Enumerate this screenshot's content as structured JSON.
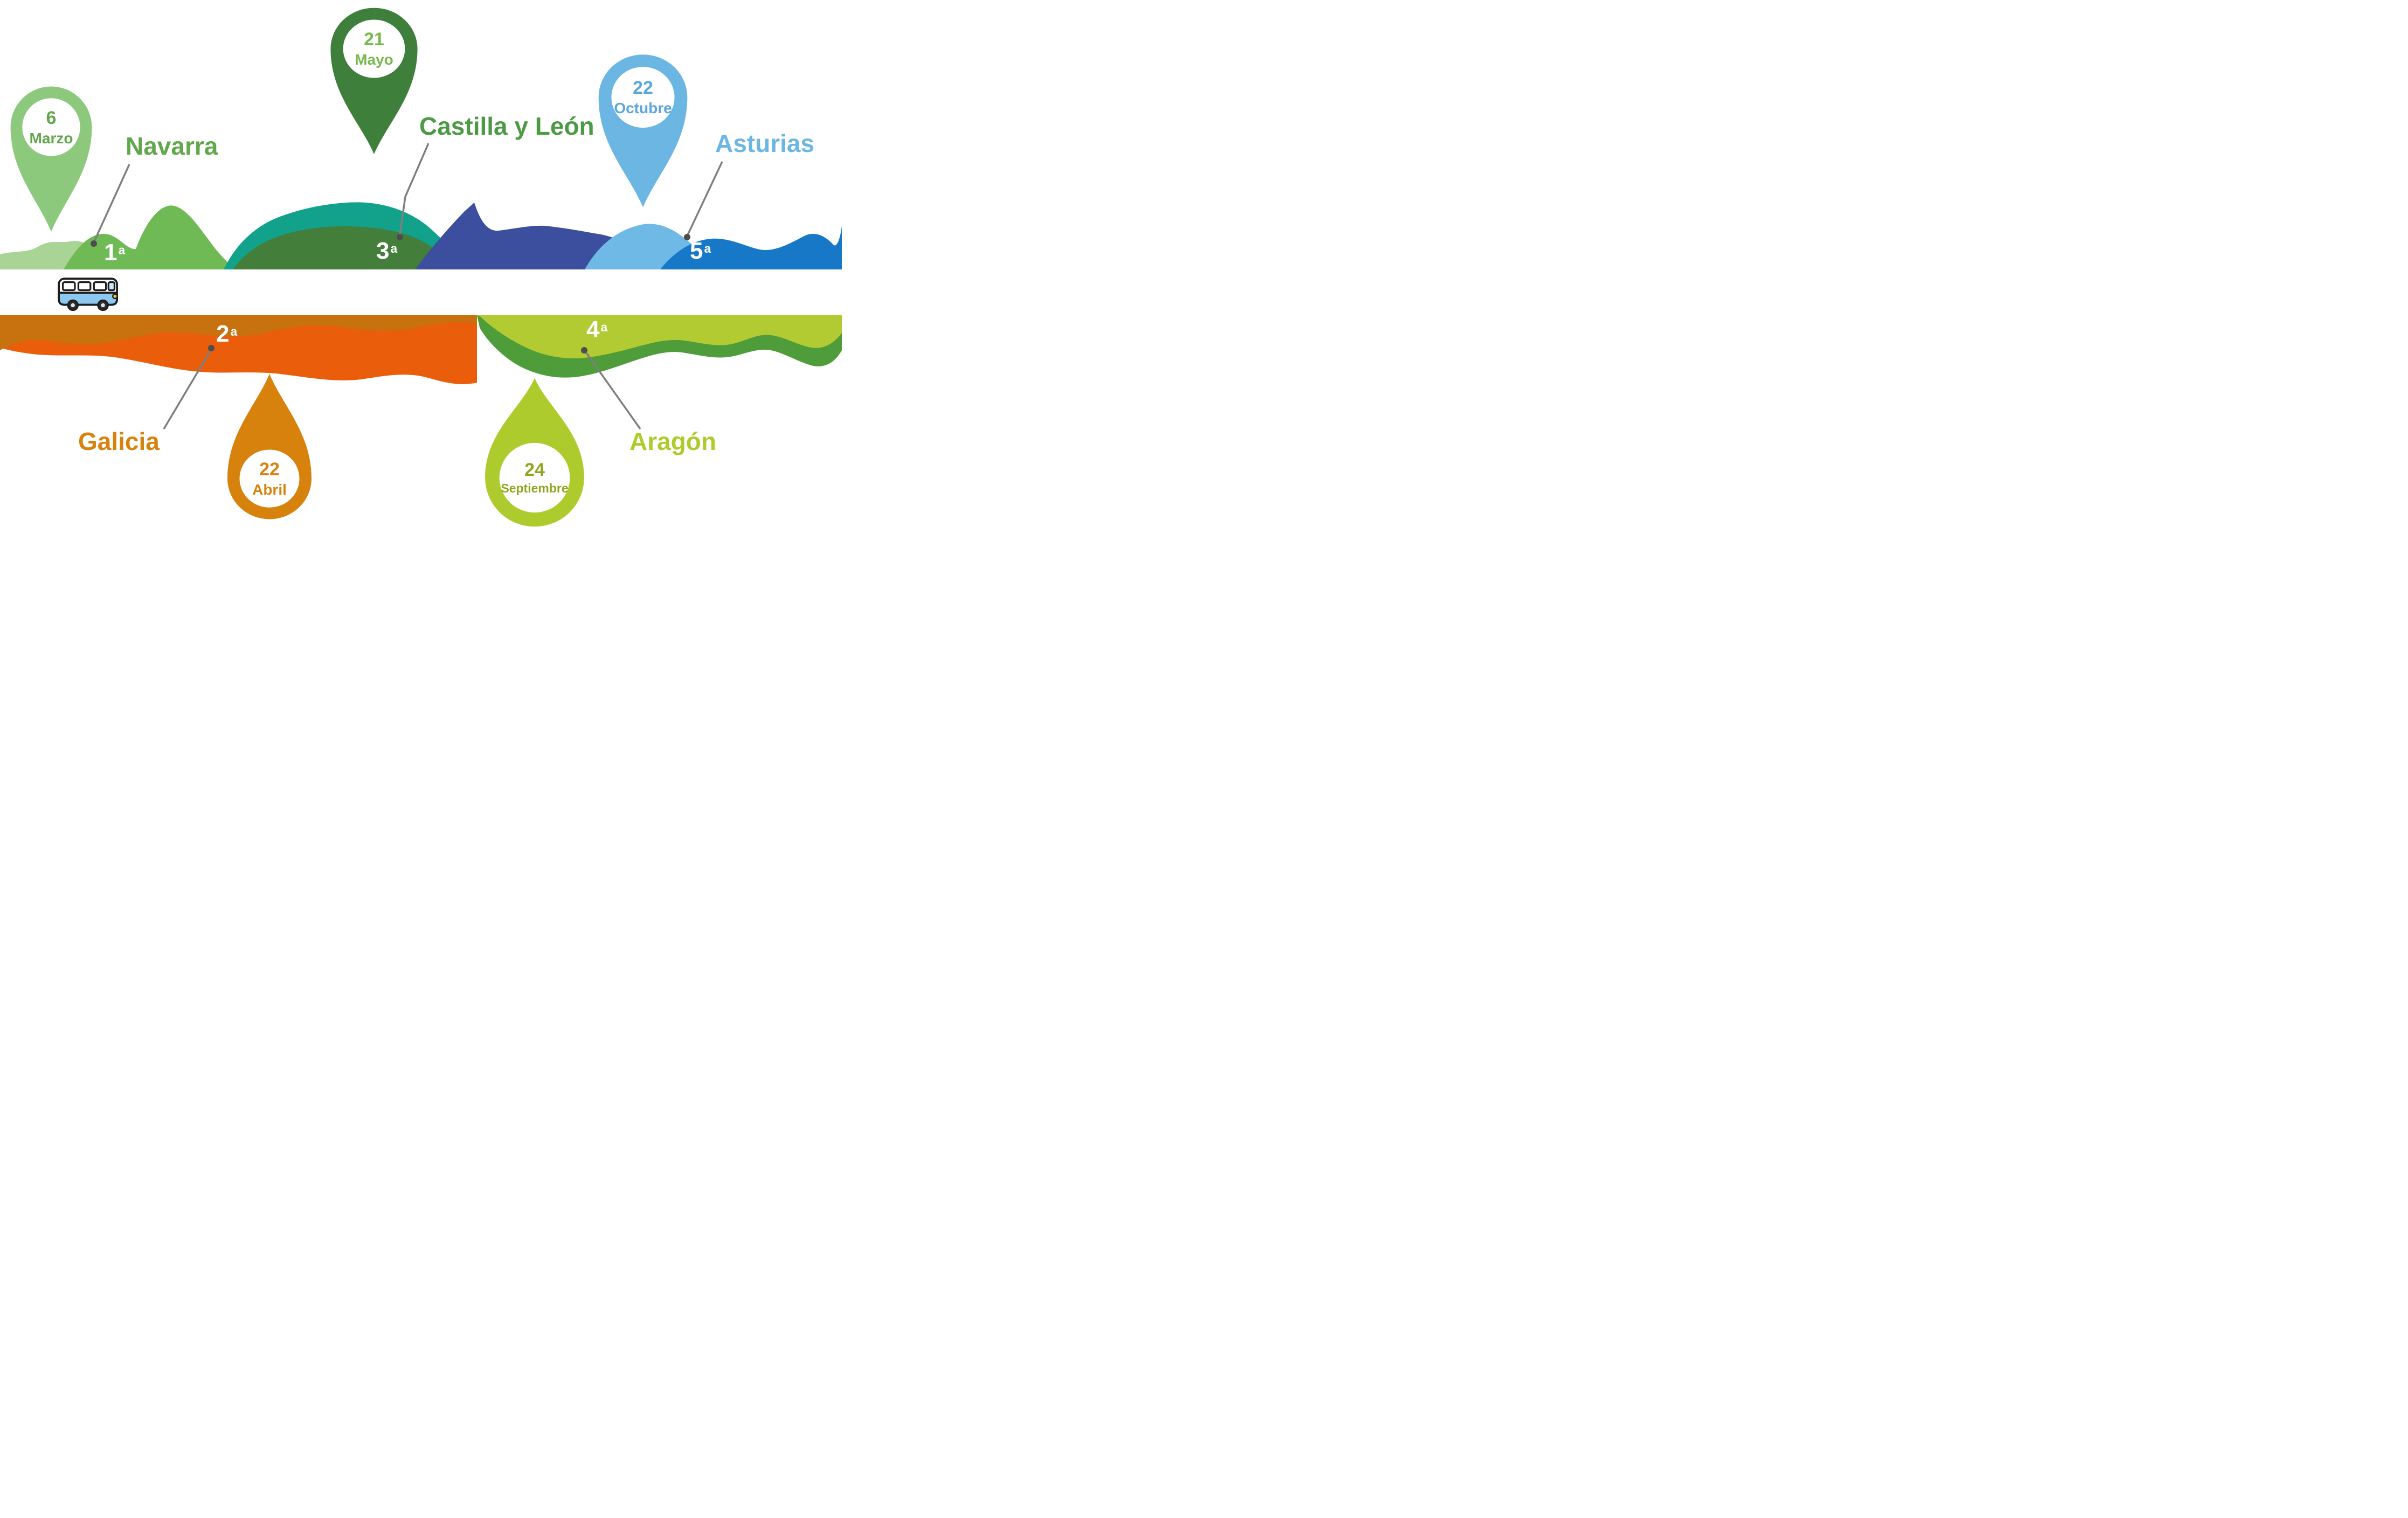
{
  "stops": [
    {
      "number": "1",
      "suffix": "a",
      "region": "Navarra",
      "date": {
        "day": "6",
        "month": "Marzo"
      },
      "colors": {
        "pin": "#8CC97D",
        "label": "#61A74C",
        "date_text": "#61A74C"
      }
    },
    {
      "number": "2",
      "suffix": "a",
      "region": "Galicia",
      "date": {
        "day": "22",
        "month": "Abril"
      },
      "colors": {
        "pin": "#D8820E",
        "label": "#D8820E",
        "date_text": "#D8820E"
      }
    },
    {
      "number": "3",
      "suffix": "a",
      "region": "Castilla y León",
      "date": {
        "day": "21",
        "month": "Mayo"
      },
      "colors": {
        "pin": "#3F7F3C",
        "label": "#4C9A43",
        "date_text": "#76B94D"
      }
    },
    {
      "number": "4",
      "suffix": "a",
      "region": "Aragón",
      "date": {
        "day": "24",
        "month": "Septiembre"
      },
      "colors": {
        "pin": "#AECB2D",
        "label": "#AECB2D",
        "date_text": "#8FA61F"
      }
    },
    {
      "number": "5",
      "suffix": "a",
      "region": "Asturias",
      "date": {
        "day": "22",
        "month": "Octubre"
      },
      "colors": {
        "pin": "#6CB6E4",
        "label": "#6CB6E4",
        "date_text": "#5AA7DB"
      }
    }
  ],
  "palette": {
    "mountain_light_green": "#A8D495",
    "mountain_green": "#6FBA55",
    "mountain_teal": "#12A28B",
    "mountain_dark_green": "#447E3B",
    "mountain_indigo": "#3C4F9E",
    "mountain_sky_blue": "#6FB9E6",
    "mountain_blue": "#1878C8",
    "ground_orange": "#E95D0B",
    "ground_orange_dark": "#C8720F",
    "ground_lime": "#B3CB33",
    "ground_leaf_green": "#4F9C3A",
    "road": "#FFFFFF",
    "connector": "#7F7F7F"
  },
  "icons": {
    "van": "camper-van-icon"
  }
}
